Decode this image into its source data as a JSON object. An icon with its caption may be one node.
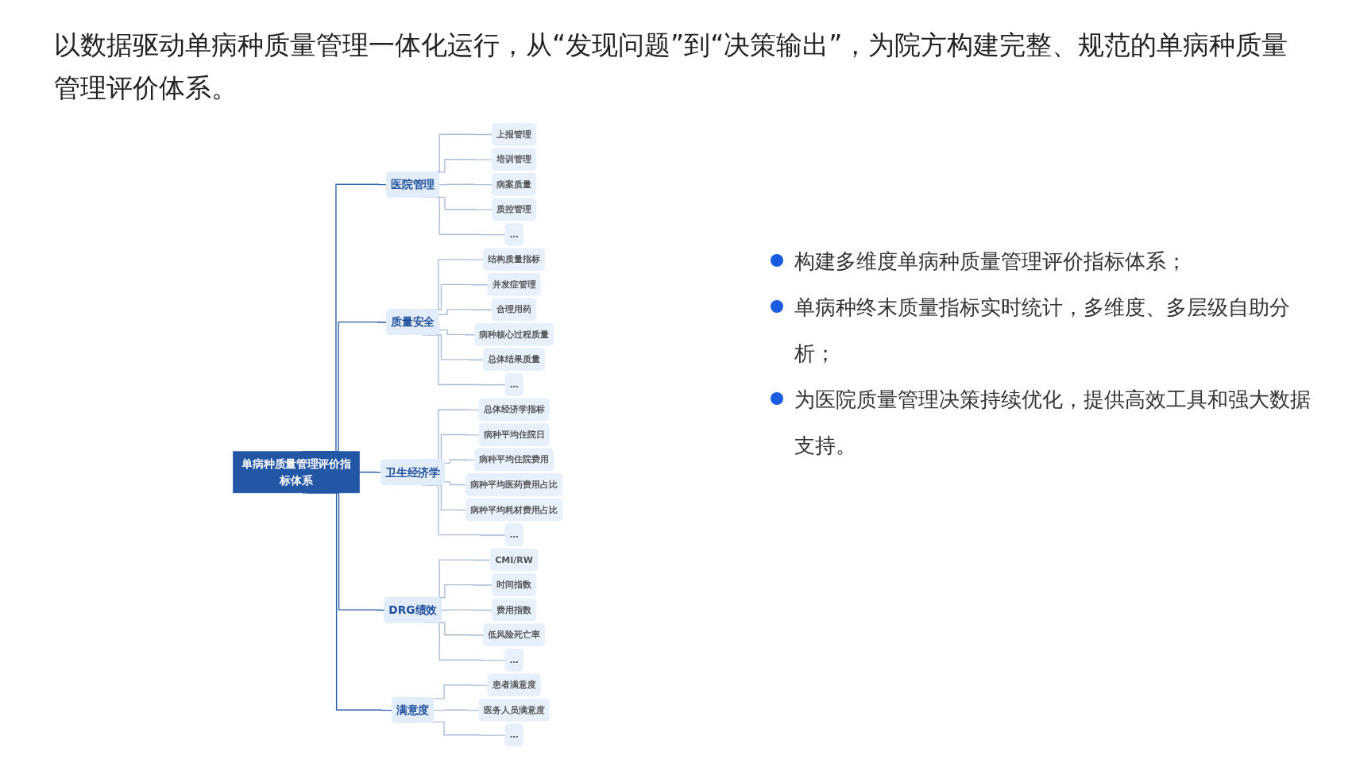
{
  "diagram": {
    "title": "以数据驱动单病种质量管理一体化运行，从“发现问题”到“决策输出”，为院方构建完整、规范的单病种质量管理评价体系。",
    "nodes": [
      {
        "text": [
          "单病种质量管理评价指标体系"
        ]
      },
      {
        "text": [
          "医院管理"
        ]
      },
      {
        "text": [
          "上报管理"
        ]
      },
      {
        "text": [
          "培训管理"
        ]
      },
      {
        "text": [
          "病案质量"
        ]
      },
      {
        "text": [
          "质控管理"
        ]
      },
      {
        "text": [
          "…"
        ]
      },
      {
        "text": [
          "质量安全"
        ]
      },
      {
        "text": [
          "结构质量指标"
        ]
      },
      {
        "text": [
          "并发症管理"
        ]
      },
      {
        "text": [
          "合理用药"
        ]
      },
      {
        "text": [
          "病种核心过程质量"
        ]
      },
      {
        "text": [
          "总体结果质量"
        ]
      },
      {
        "text": [
          "…"
        ]
      },
      {
        "text": [
          "卫生经济学"
        ]
      },
      {
        "text": [
          "总体经济学指标"
        ]
      },
      {
        "text": [
          "病种平均住院日"
        ]
      },
      {
        "text": [
          "病种平均住院费用"
        ]
      },
      {
        "text": [
          "病种平均医药费用占比"
        ]
      },
      {
        "text": [
          "病种平均耗材费用占比"
        ]
      },
      {
        "text": [
          "…"
        ]
      },
      {
        "text": [
          "DRG绩效"
        ]
      },
      {
        "text": [
          "CMI/RW"
        ]
      },
      {
        "text": [
          "时间指数"
        ]
      },
      {
        "text": [
          "费用指数"
        ]
      },
      {
        "text": [
          "低风险死亡率"
        ]
      },
      {
        "text": [
          "…"
        ]
      },
      {
        "text": [
          "满意度"
        ]
      },
      {
        "text": [
          "患者满意度"
        ]
      },
      {
        "text": [
          "医务人员满意度"
        ]
      },
      {
        "text": [
          "…"
        ]
      }
    ],
    "edges": [
      {
        "from": 0,
        "to": 1,
        "arrow": "none",
        "color": "#2b5ca8"
      },
      {
        "from": 0,
        "to": 7,
        "arrow": "none",
        "color": "#2b5ca8"
      },
      {
        "from": 0,
        "to": 14,
        "arrow": "none",
        "color": "#2b5ca8"
      },
      {
        "from": 0,
        "to": 21,
        "arrow": "none",
        "color": "#2b5ca8"
      },
      {
        "from": 0,
        "to": 27,
        "arrow": "none",
        "color": "#2b5ca8"
      },
      {
        "from": 1,
        "to": 2,
        "arrow": "none"
      },
      {
        "from": 1,
        "to": 3,
        "arrow": "none"
      },
      {
        "from": 1,
        "to": 4,
        "arrow": "none"
      },
      {
        "from": 1,
        "to": 5,
        "arrow": "none"
      },
      {
        "from": 1,
        "to": 6,
        "arrow": "none"
      },
      {
        "from": 7,
        "to": 8,
        "arrow": "none"
      },
      {
        "from": 7,
        "to": 9,
        "arrow": "none"
      },
      {
        "from": 7,
        "to": 10,
        "arrow": "none"
      },
      {
        "from": 7,
        "to": 11,
        "arrow": "none"
      },
      {
        "from": 7,
        "to": 12,
        "arrow": "none"
      },
      {
        "from": 7,
        "to": 13,
        "arrow": "none"
      },
      {
        "from": 14,
        "to": 15,
        "arrow": "none"
      },
      {
        "from": 14,
        "to": 16,
        "arrow": "none"
      },
      {
        "from": 14,
        "to": 17,
        "arrow": "none"
      },
      {
        "from": 14,
        "to": 18,
        "arrow": "none"
      },
      {
        "from": 14,
        "to": 19,
        "arrow": "none"
      },
      {
        "from": 14,
        "to": 20,
        "arrow": "none"
      },
      {
        "from": 21,
        "to": 22,
        "arrow": "none"
      },
      {
        "from": 21,
        "to": 23,
        "arrow": "none"
      },
      {
        "from": 21,
        "to": 24,
        "arrow": "none"
      },
      {
        "from": 21,
        "to": 25,
        "arrow": "none"
      },
      {
        "from": 21,
        "to": 26,
        "arrow": "none"
      },
      {
        "from": 27,
        "to": 28,
        "arrow": "none"
      },
      {
        "from": 27,
        "to": 29,
        "arrow": "none"
      },
      {
        "from": 27,
        "to": 30,
        "arrow": "none"
      }
    ],
    "labels": [
      "构建多维度单病种质量管理评价指标体系；",
      "单病种终末质量指标实时统计，多维度、多层级自助分析；",
      "为医院质量管理决策持续优化，提供高效工具和强大数据支持。"
    ]
  }
}
